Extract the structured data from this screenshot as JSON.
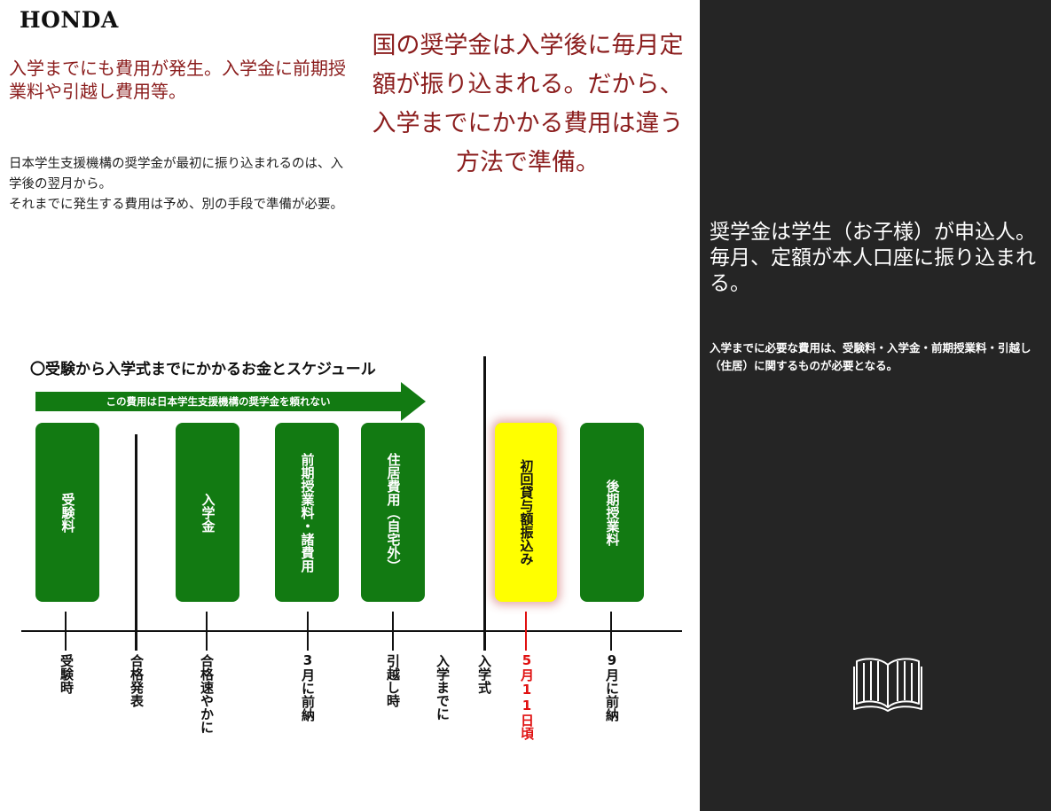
{
  "header": {
    "logo": "HONDA"
  },
  "left": {
    "heading": "入学までにも費用が発生。入学金に前期授業料や引越し費用等。",
    "body_line1": "日本学生支援機構の奨学金が最初に振り込まれるのは、入学後の翌月から。",
    "body_line2": "それまでに発生する費用は予め、別の手段で準備が必要。"
  },
  "center": {
    "heading": "国の奨学金は入学後に毎月定額が振り込まれる。だから、入学までにかかる費用は違う方法で準備。"
  },
  "schedule": {
    "title": "〇受験から入学式までにかかるお金とスケジュール",
    "arrow_label": "この費用は日本学生支援機構の奨学金を頼れない",
    "boxes": [
      {
        "label": "受験料"
      },
      {
        "label": "入学金"
      },
      {
        "label": "前期授業料・諸費用"
      },
      {
        "label": "住居費用（自宅外）"
      },
      {
        "label": "初回貸与額振込み"
      },
      {
        "label": "後期授業料"
      }
    ],
    "ticks": [
      {
        "label": "受験時"
      },
      {
        "label": "合格発表"
      },
      {
        "label": "合格速やかに"
      },
      {
        "label": "3月に前納"
      },
      {
        "label": "引越し時"
      },
      {
        "label": "入学までに"
      },
      {
        "label": "入学式"
      },
      {
        "label": "5月11日頃"
      },
      {
        "label": "9月に前納"
      }
    ],
    "colors": {
      "box_green": "#127a12",
      "highlight_yellow": "#ffff00",
      "highlight_text_red": "#e01010"
    }
  },
  "panel": {
    "heading": "奨学金は学生（お子様）が申込人。毎月、定額が本人口座に振り込まれる。",
    "body": "入学までに必要な費用は、受験料・入学金・前期授業料・引越し（住居）に関するものが必要となる。",
    "icon": "book-icon",
    "background": "#252525"
  }
}
